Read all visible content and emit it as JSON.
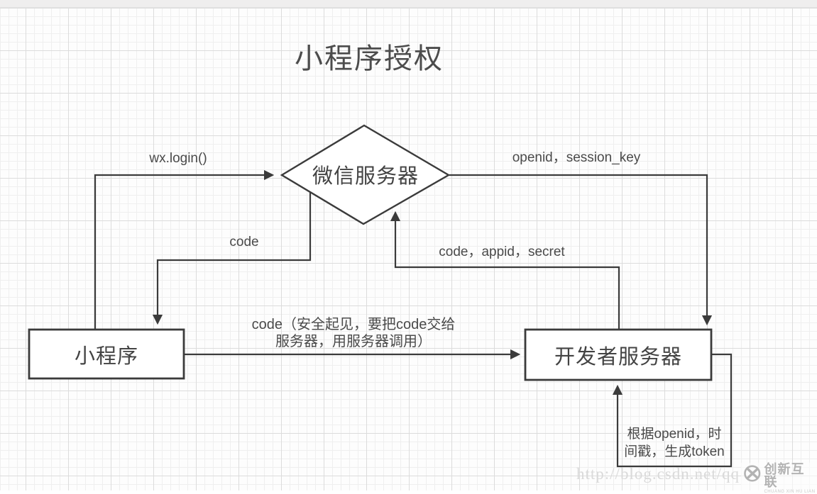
{
  "title": "小程序授权",
  "nodes": {
    "wechat_server": "微信服务器",
    "mini_program": "小程序",
    "developer_server": "开发者服务器"
  },
  "edges": {
    "wx_login": "wx.login()",
    "code": "code",
    "openid_session_key": "openid，session_key",
    "code_appid_secret": "code，appid，secret",
    "code_note": "code（安全起见，要把code交给\n服务器，用服务器调用）",
    "token_note": "根据openid，时\n间戳，生成token"
  },
  "watermark": "http://blog.csdn.net/qq",
  "logo": {
    "text": "创新互联",
    "subtext": "CHUANG XIN HU LIAN"
  },
  "colors": {
    "line": "#3b3b3b",
    "text": "#4a4a4a",
    "node_fill": "#ffffff",
    "grid_minor": "#efefef",
    "grid_major": "#dcdcdc",
    "watermark": "#dadada",
    "logo": "#b3b3b3"
  }
}
